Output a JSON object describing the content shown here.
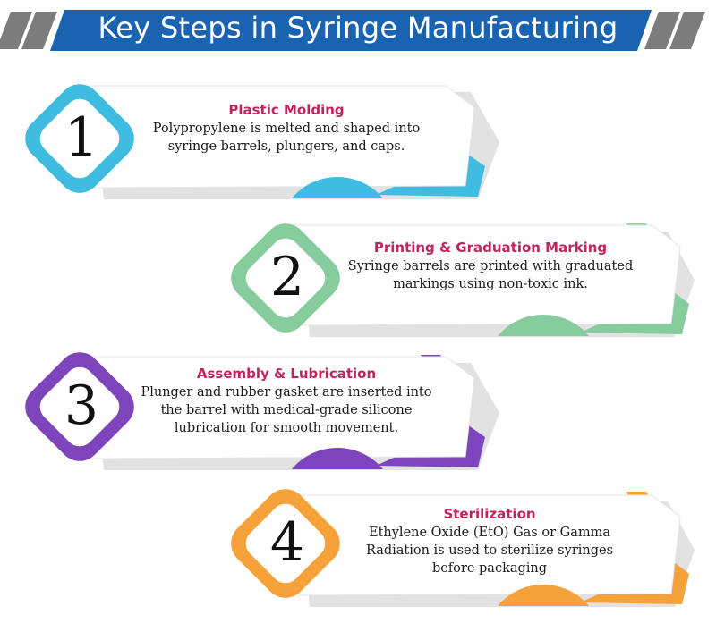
{
  "title": "Key Steps in Syringe Manufacturing",
  "colors": {
    "banner": "#1a63b0",
    "stripe": "#7c7c7c",
    "title_text": "#c0245c"
  },
  "steps": [
    {
      "number": "1",
      "title": "Plastic Molding",
      "description": "Polypropylene is melted and shaped into syringe barrels, plungers, and caps.",
      "color": "#3fbcdf",
      "color_light": "#a8e0f0"
    },
    {
      "number": "2",
      "title": "Printing & Graduation Marking",
      "description": "Syringe barrels are printed with graduated markings using non-toxic ink.",
      "color": "#86cc9c",
      "color_light": "#c6e9d0"
    },
    {
      "number": "3",
      "title": "Assembly & Lubrication",
      "description": "Plunger and rubber gasket are inserted into the barrel with medical-grade silicone lubrication for smooth movement.",
      "color": "#7e44bc",
      "color_light": "#c1a0e0"
    },
    {
      "number": "4",
      "title": "Sterilization",
      "description": "Ethylene Oxide (EtO) Gas or Gamma Radiation is used to sterilize syringes before packaging",
      "color": "#f6a23a",
      "color_light": "#fbd29a"
    }
  ]
}
